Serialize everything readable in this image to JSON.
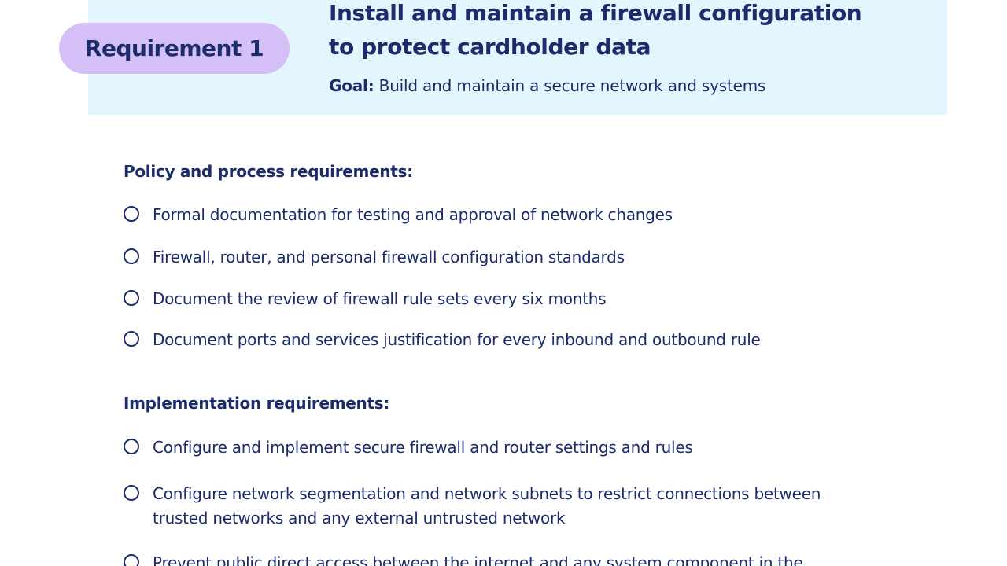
{
  "header": {
    "requirement_label": "Requirement 1",
    "title_line1": "Install and maintain a firewall configuration",
    "title_line2": "to protect cardholder data",
    "goal_label": "Goal:",
    "goal_text": " Build and maintain a secure network and systems"
  },
  "policy_section": {
    "heading": "Policy and process requirements:",
    "items": [
      "Formal documentation for testing and approval of network changes",
      "Firewall, router, and personal firewall configuration standards",
      "Document the review of firewall rule sets every six months",
      "Document ports and services justification for every inbound and outbound rule"
    ]
  },
  "implementation_section": {
    "heading": "Implementation requirements:",
    "items": [
      "Configure and implement secure firewall and router settings and rules",
      "Configure network segmentation and network subnets to restrict connections between trusted networks and any external untrusted network",
      "Prevent public direct access between the internet and any system component in the"
    ]
  },
  "colors": {
    "text": "#1b2b6b",
    "header_band": "#e4f6fd",
    "pill": "#d4bff7"
  }
}
